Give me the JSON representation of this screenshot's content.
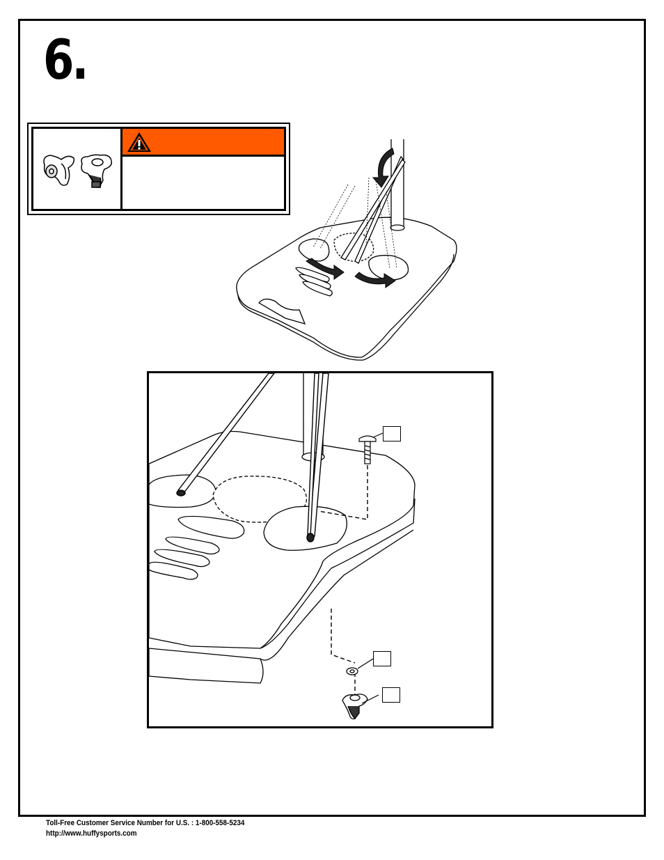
{
  "step": {
    "number": "6."
  },
  "warning": {
    "header_color": "#ff5a00",
    "icon": "warning-triangle-icon",
    "text": ""
  },
  "detail": {
    "callouts": [
      "",
      "",
      ""
    ]
  },
  "footer": {
    "phone_line": "Toll-Free Customer Service Number for U.S. : 1-800-558-5234",
    "url_line": "http://www.huffysports.com"
  }
}
